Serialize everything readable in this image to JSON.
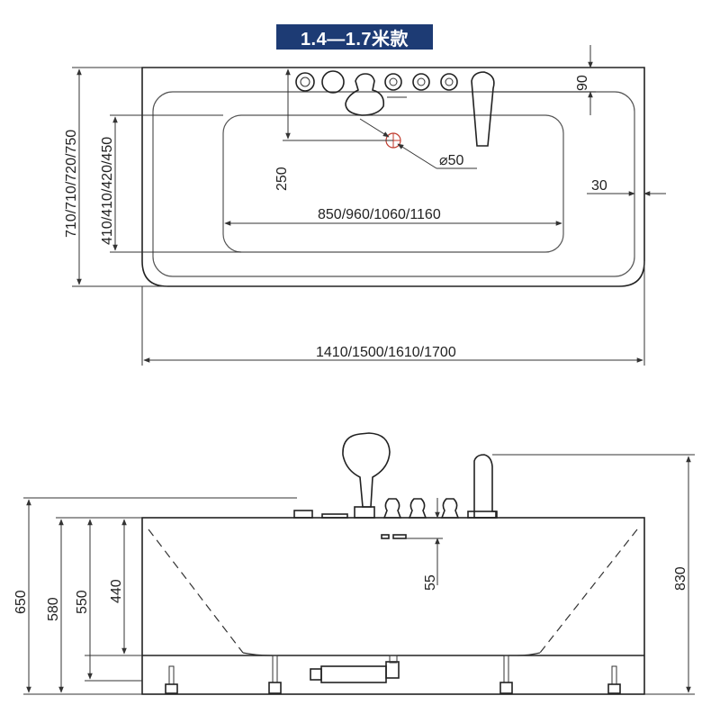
{
  "title": "1.4—1.7米款",
  "top_view": {
    "width_label": "1410/1500/1610/1700",
    "depth_label": "710/710/720/750",
    "inner_depth_label": "410/410/420/450",
    "inner_length_label": "850/960/1060/1160",
    "drain_offset_label": "250",
    "faucet_offset_label": "90",
    "rim_label": "30",
    "drain_diameter_label": "⌀50"
  },
  "side_view": {
    "height_650": "650",
    "height_580": "580",
    "height_550": "550",
    "height_440": "440",
    "overflow_label": "55",
    "total_height_label": "830"
  },
  "colors": {
    "badge": "#1d3b74",
    "line": "#222222"
  }
}
